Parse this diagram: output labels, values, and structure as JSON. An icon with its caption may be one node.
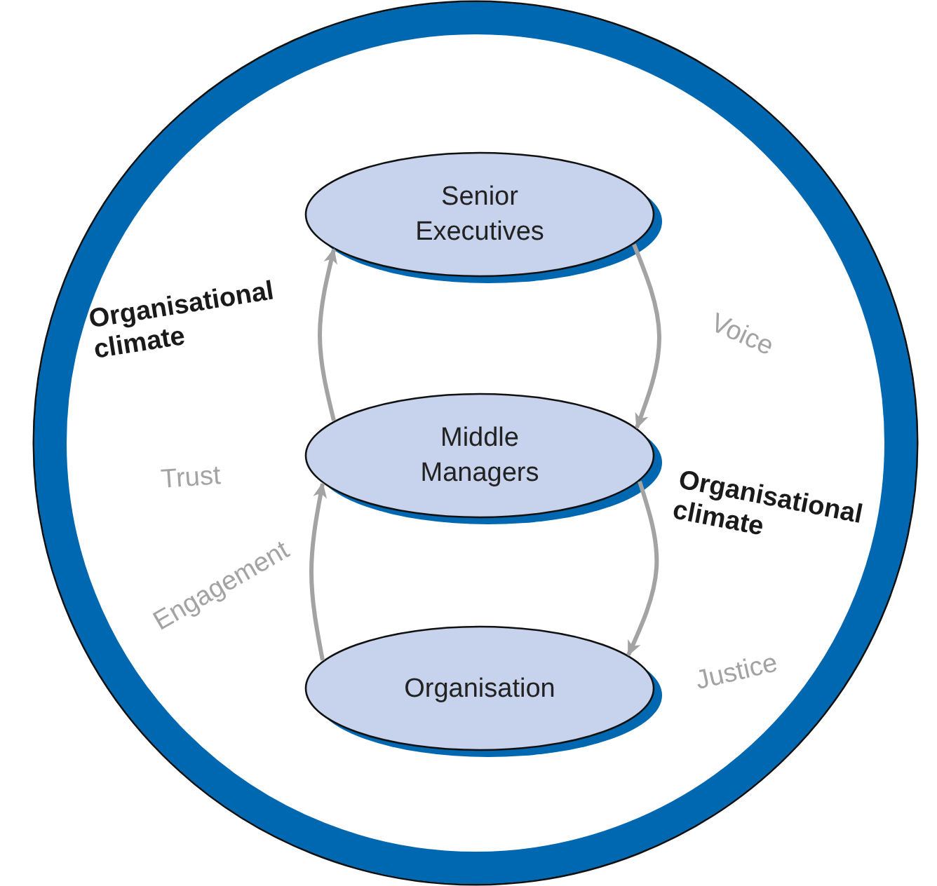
{
  "diagram": {
    "nodes": [
      {
        "text": [],
        "shape": "circle"
      },
      {
        "text": [
          "Senior Executives"
        ],
        "in": 0
      },
      {
        "text": [
          "Middle Managers"
        ],
        "in": 0
      },
      {
        "text": [
          "Organisation"
        ],
        "in": 0
      }
    ],
    "edges": [
      {
        "from": 2,
        "to": 1,
        "arrow": "to"
      },
      {
        "from": 1,
        "to": 2,
        "arrow": "to"
      },
      {
        "from": 2,
        "to": 3,
        "arrow": "to"
      },
      {
        "from": 3,
        "to": 2,
        "arrow": "to"
      }
    ],
    "labels": [
      "Organisational climate",
      "Voice",
      "Trust",
      "Organisational climate",
      "Engagement",
      "Justice"
    ]
  }
}
